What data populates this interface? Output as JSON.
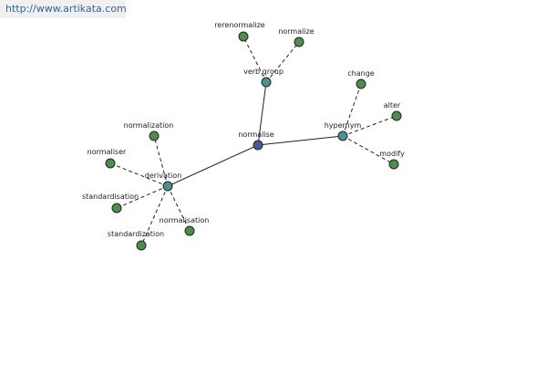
{
  "header": {
    "url": "http://www.artikata.com"
  },
  "colors": {
    "center": "#4a5a9a",
    "relation": "#4f8f8f",
    "leaf": "#4f8a4f"
  },
  "graph": {
    "nodes": [
      {
        "id": "normalise",
        "label": "normalise",
        "kind": "center"
      },
      {
        "id": "verb-group",
        "label": "verb group",
        "kind": "relation"
      },
      {
        "id": "hypernym",
        "label": "hypernym",
        "kind": "relation"
      },
      {
        "id": "derivation",
        "label": "derivation",
        "kind": "relation"
      },
      {
        "id": "rerenormalize",
        "label": "rerenormalize",
        "kind": "leaf"
      },
      {
        "id": "normalize",
        "label": "normalize",
        "kind": "leaf"
      },
      {
        "id": "change",
        "label": "change",
        "kind": "leaf"
      },
      {
        "id": "alter",
        "label": "alter",
        "kind": "leaf"
      },
      {
        "id": "modify",
        "label": "modify",
        "kind": "leaf"
      },
      {
        "id": "normalization",
        "label": "normalization",
        "kind": "leaf"
      },
      {
        "id": "normaliser",
        "label": "normaliser",
        "kind": "leaf"
      },
      {
        "id": "standardisation",
        "label": "standardisation",
        "kind": "leaf"
      },
      {
        "id": "standardization",
        "label": "standardization",
        "kind": "leaf"
      },
      {
        "id": "normalisation",
        "label": "normalisation",
        "kind": "leaf"
      }
    ],
    "edges": [
      {
        "from": "normalise",
        "to": "verb-group",
        "style": "solid"
      },
      {
        "from": "normalise",
        "to": "hypernym",
        "style": "solid"
      },
      {
        "from": "normalise",
        "to": "derivation",
        "style": "solid"
      },
      {
        "from": "verb-group",
        "to": "rerenormalize",
        "style": "dashed"
      },
      {
        "from": "verb-group",
        "to": "normalize",
        "style": "dashed"
      },
      {
        "from": "hypernym",
        "to": "change",
        "style": "dashed"
      },
      {
        "from": "hypernym",
        "to": "alter",
        "style": "dashed"
      },
      {
        "from": "hypernym",
        "to": "modify",
        "style": "dashed"
      },
      {
        "from": "derivation",
        "to": "normalization",
        "style": "dashed"
      },
      {
        "from": "derivation",
        "to": "normaliser",
        "style": "dashed"
      },
      {
        "from": "derivation",
        "to": "standardisation",
        "style": "dashed"
      },
      {
        "from": "derivation",
        "to": "standardization",
        "style": "dashed"
      },
      {
        "from": "derivation",
        "to": "normalisation",
        "style": "dashed"
      }
    ]
  }
}
